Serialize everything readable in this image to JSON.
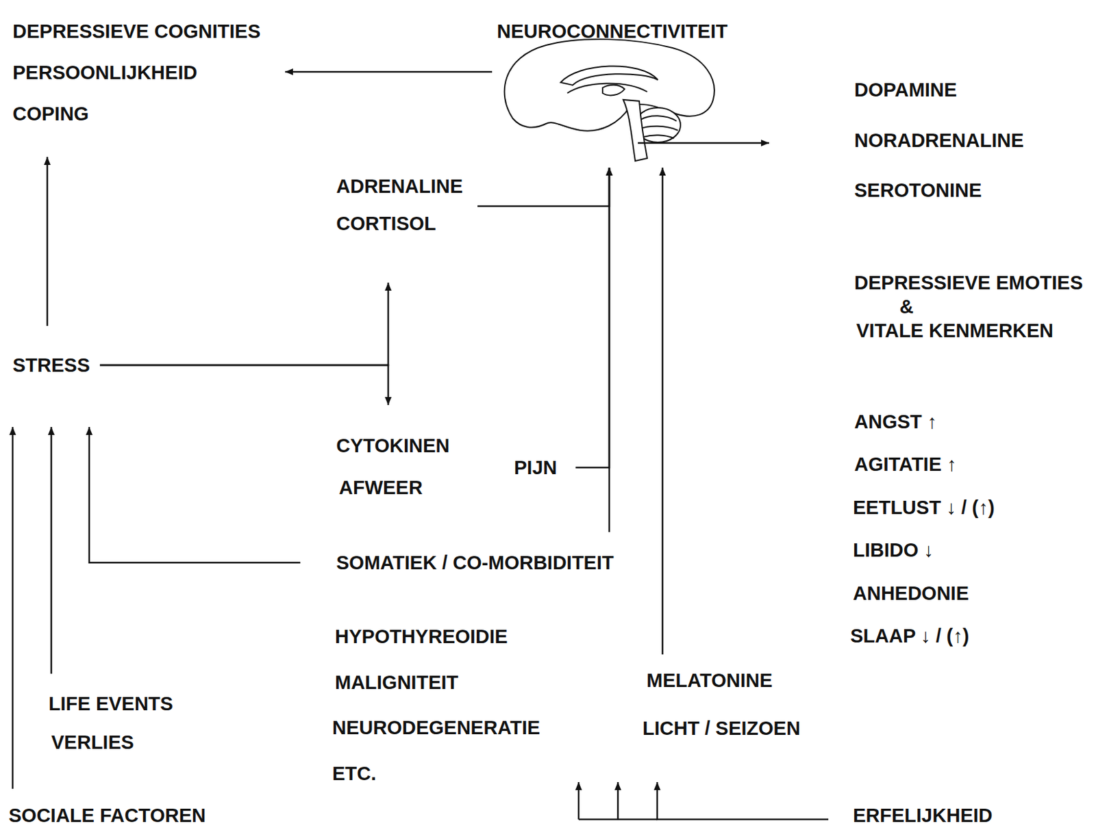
{
  "diagram": {
    "nodes": [
      {
        "text": [
          "DEPRESSIEVE COGNITIES",
          "PERSOONLIJKHEID",
          "COPING"
        ]
      },
      {
        "text": [
          "NEUROCONNECTIVITEIT"
        ]
      },
      {
        "text": [
          "DOPAMINE",
          "NORADRENALINE",
          "SEROTONINE"
        ]
      },
      {
        "text": [
          "ADRENALINE",
          "CORTISOL"
        ]
      },
      {
        "text": [
          "STRESS"
        ]
      },
      {
        "text": [
          "CYTOKINEN",
          "AFWEER"
        ]
      },
      {
        "text": [
          "PIJN"
        ]
      },
      {
        "text": [
          "SOMATIEK / CO-MORBIDITEIT"
        ]
      },
      {
        "text": [
          "HYPOTHYREOIDIE",
          "MALIGNITEIT",
          "NEURODEGENERATIE",
          "ETC."
        ]
      },
      {
        "text": [
          "LIFE EVENTS",
          "VERLIES"
        ]
      },
      {
        "text": [
          "SOCIALE FACTOREN"
        ]
      },
      {
        "text": [
          "MELATONINE",
          "LICHT / SEIZOEN"
        ]
      },
      {
        "text": [
          "ERFELIJKHEID"
        ]
      },
      {
        "text": [
          "DEPRESSIEVE EMOTIES",
          "&",
          "VITALE KENMERKEN"
        ]
      },
      {
        "text": [
          "ANGST ↑",
          "AGITATIE ↑",
          "EETLUST ↓ / (↑)",
          "LIBIDO ↓",
          "ANHEDONIE",
          "SLAAP ↓ / (↑)"
        ]
      }
    ],
    "edges": [
      {
        "from": 1,
        "to": 0,
        "arrow": "to"
      },
      {
        "from": 1,
        "to": 2,
        "arrow": "to"
      },
      {
        "from": 4,
        "to": 0,
        "arrow": "to"
      },
      {
        "from": 4,
        "to": 3,
        "arrow": "to"
      },
      {
        "from": 4,
        "to": 5,
        "arrow": "to"
      },
      {
        "from": 3,
        "to": 1,
        "arrow": "to"
      },
      {
        "from": 6,
        "to": 1,
        "arrow": "to"
      },
      {
        "from": 7,
        "to": 1,
        "arrow": "to"
      },
      {
        "from": 7,
        "to": 4,
        "arrow": "to"
      },
      {
        "from": 9,
        "to": 4,
        "arrow": "to"
      },
      {
        "from": 10,
        "to": 4,
        "arrow": "to"
      },
      {
        "from": 11,
        "to": 1,
        "arrow": "to"
      },
      {
        "from": 12,
        "to": 11,
        "arrow": "to"
      }
    ]
  }
}
